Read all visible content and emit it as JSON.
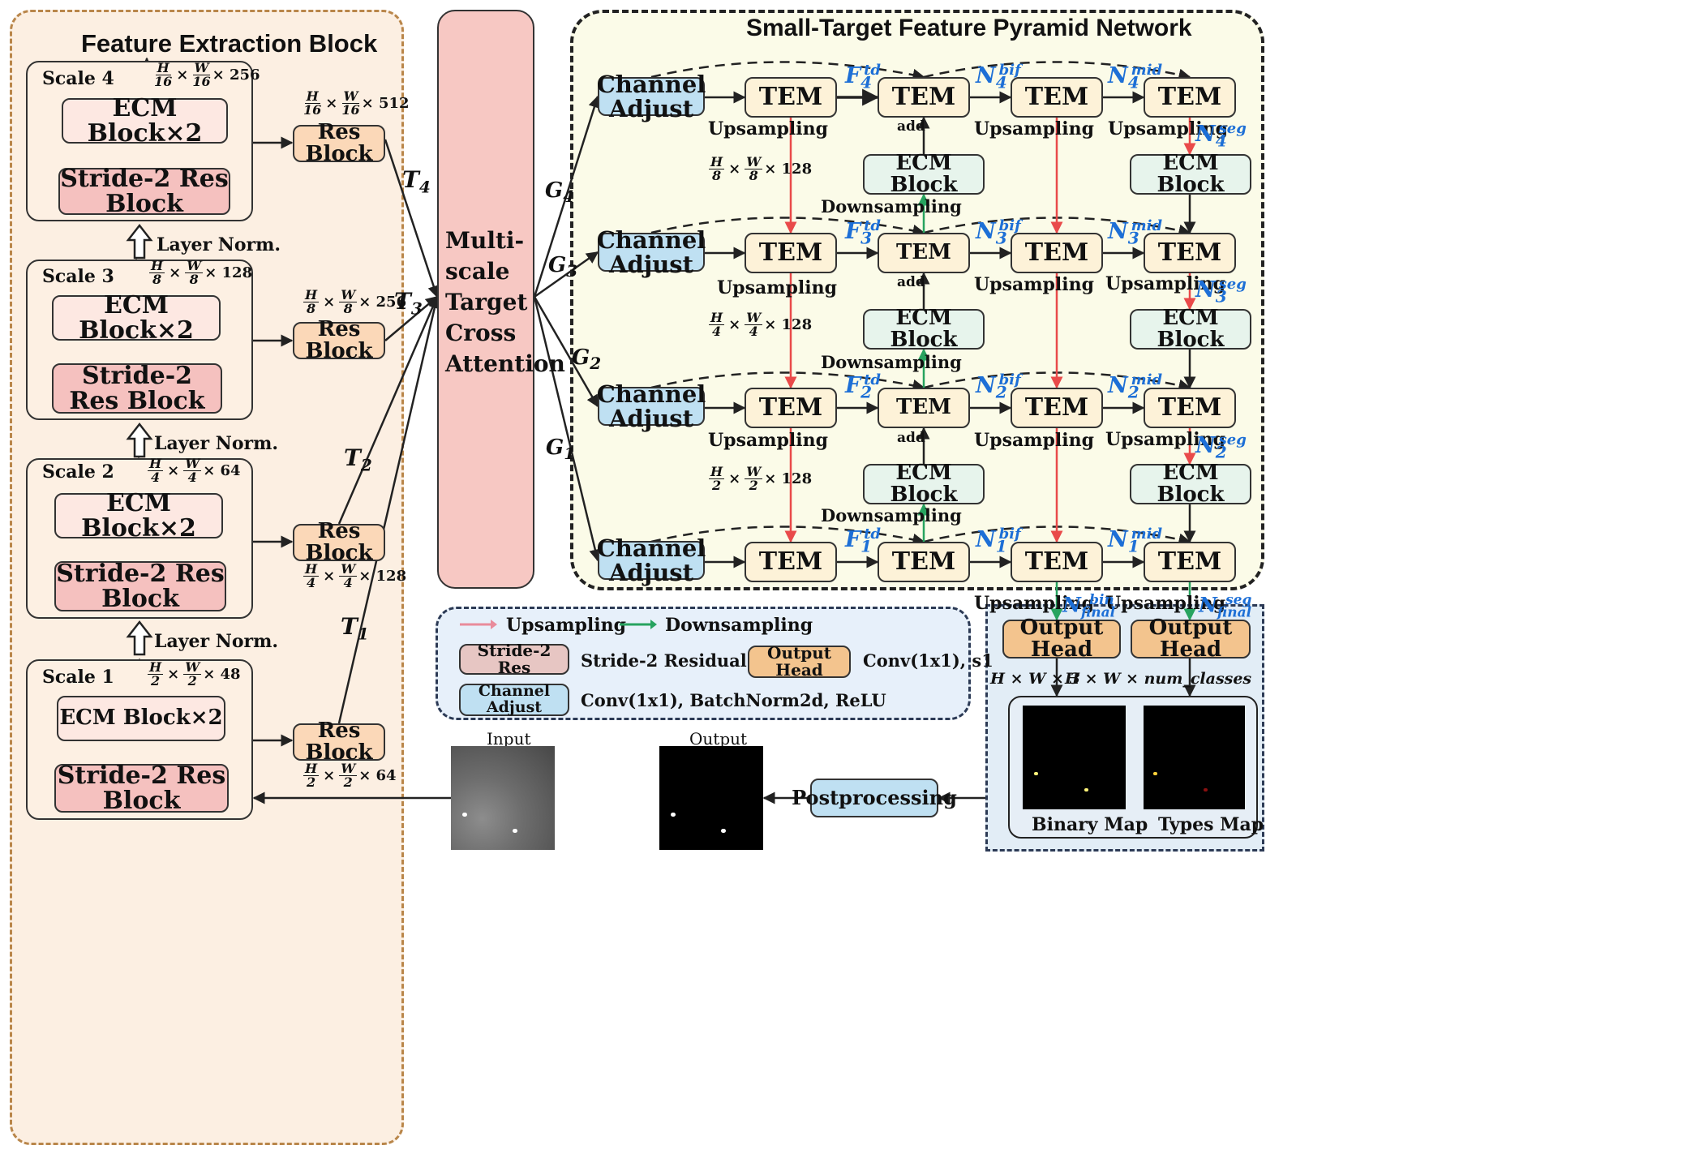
{
  "feature_extraction": {
    "title": "Feature  Extraction Block",
    "layer_norm": "Layer Norm.",
    "ecm_block_x2": "ECM Block×2",
    "stride_block": "Stride-2 Res Block",
    "res_block": "Res Block",
    "scales": [
      {
        "label": "Scale 4",
        "num_h": "H",
        "den_h": "16",
        "num_w": "W",
        "den_w": "16",
        "ch": "× 256"
      },
      {
        "label": "Scale 3",
        "num_h": "H",
        "den_h": "8",
        "num_w": "W",
        "den_w": "8",
        "ch": "× 128"
      },
      {
        "label": "Scale 2",
        "num_h": "H",
        "den_h": "4",
        "num_w": "W",
        "den_w": "4",
        "ch": "× 64"
      },
      {
        "label": "Scale 1",
        "num_h": "H",
        "den_h": "2",
        "num_w": "W",
        "den_w": "2",
        "ch": "× 48"
      }
    ],
    "res_dims": [
      {
        "num_h": "H",
        "den_h": "16",
        "num_w": "W",
        "den_w": "16",
        "ch": "× 512"
      },
      {
        "num_h": "H",
        "den_h": "8",
        "num_w": "W",
        "den_w": "8",
        "ch": "× 256"
      },
      {
        "num_h": "H",
        "den_h": "4",
        "num_w": "W",
        "den_w": "4",
        "ch": "× 128"
      },
      {
        "num_h": "H",
        "den_h": "2",
        "num_w": "W",
        "den_w": "2",
        "ch": "× 64"
      }
    ],
    "tokens": [
      {
        "base": "T",
        "sub": "4"
      },
      {
        "base": "T",
        "sub": "3"
      },
      {
        "base": "T",
        "sub": "2"
      },
      {
        "base": "T",
        "sub": "1"
      }
    ],
    "times": "×"
  },
  "attention": {
    "lines": [
      "Multi-",
      "scale",
      "Target",
      "Cross",
      "Attention"
    ],
    "g_labels": [
      {
        "base": "G",
        "sub": "4"
      },
      {
        "base": "G",
        "sub": "3"
      },
      {
        "base": "G",
        "sub": "2"
      },
      {
        "base": "G",
        "sub": "1"
      }
    ]
  },
  "pyramid": {
    "title": "Small-Target Feature Pyramid Network",
    "channel_adjust": [
      "Channel",
      "Adjust"
    ],
    "tem": "TEM",
    "ecm_block": "ECM Block",
    "upsampling": "Upsampling",
    "downsampling": "Downsampling",
    "add": "add",
    "row_dims": [
      {
        "num_h": "H",
        "den_h": "8",
        "num_w": "W",
        "den_w": "8",
        "ch": "× 128"
      },
      {
        "num_h": "H",
        "den_h": "4",
        "num_w": "W",
        "den_w": "4",
        "ch": "× 128"
      },
      {
        "num_h": "H",
        "den_h": "2",
        "num_w": "W",
        "den_w": "2",
        "ch": "× 128"
      }
    ],
    "f_labels": [
      {
        "base": "F",
        "sub": "4",
        "sup": "td"
      },
      {
        "base": "F",
        "sub": "3",
        "sup": "td"
      },
      {
        "base": "F",
        "sub": "2",
        "sup": "td"
      },
      {
        "base": "F",
        "sub": "1",
        "sup": "td"
      }
    ],
    "bif_labels": [
      {
        "base": "N",
        "sub": "4",
        "sup": "bif"
      },
      {
        "base": "N",
        "sub": "3",
        "sup": "bif"
      },
      {
        "base": "N",
        "sub": "2",
        "sup": "bif"
      },
      {
        "base": "N",
        "sub": "1",
        "sup": "bif"
      }
    ],
    "mid_labels": [
      {
        "base": "N",
        "sub": "4",
        "sup": "mid"
      },
      {
        "base": "N",
        "sub": "3",
        "sup": "mid"
      },
      {
        "base": "N",
        "sub": "2",
        "sup": "mid"
      },
      {
        "base": "N",
        "sub": "1",
        "sup": "mid"
      }
    ],
    "seg_labels": [
      {
        "base": "N",
        "sub": "4",
        "sup": "seg"
      },
      {
        "base": "N",
        "sub": "3",
        "sup": "seg"
      },
      {
        "base": "N",
        "sub": "2",
        "sup": "seg"
      }
    ],
    "final_labels": [
      {
        "base": "N",
        "sub": "final",
        "sup": "bin"
      },
      {
        "base": "N",
        "sub": "final",
        "sup": "seg"
      }
    ]
  },
  "legend": {
    "upsampling": "Upsampling",
    "downsampling": "Downsampling",
    "stride_res": "Stride-2 Res",
    "stride_res_desc": "Stride-2 Residual Block",
    "output_head": "Output Head",
    "output_head_desc": "Conv(1x1), s1",
    "channel_adjust": [
      "Channel",
      "Adjust"
    ],
    "channel_adjust_desc": "Conv(1x1), BatchNorm2d, ReLU"
  },
  "output": {
    "head": "Output Head",
    "dim_bin": "H × W × 3",
    "dim_seg_prefix": "H × W ×",
    "dim_seg_suffix": "num_classes",
    "binary_map": "Binary  Map",
    "types_map": "Types Map",
    "postprocessing": "Postprocessing",
    "input_label": "Input",
    "output_label": "Output"
  },
  "colors": {
    "upsample_arrow": "#e94a4a",
    "downsample_arrow": "#27a35f",
    "tem_fill": "#fdf2d8",
    "channel_adjust_fill": "#bfe0f2",
    "attention_fill": "#f7c8c3",
    "output_head_fill": "#f3c48e"
  }
}
